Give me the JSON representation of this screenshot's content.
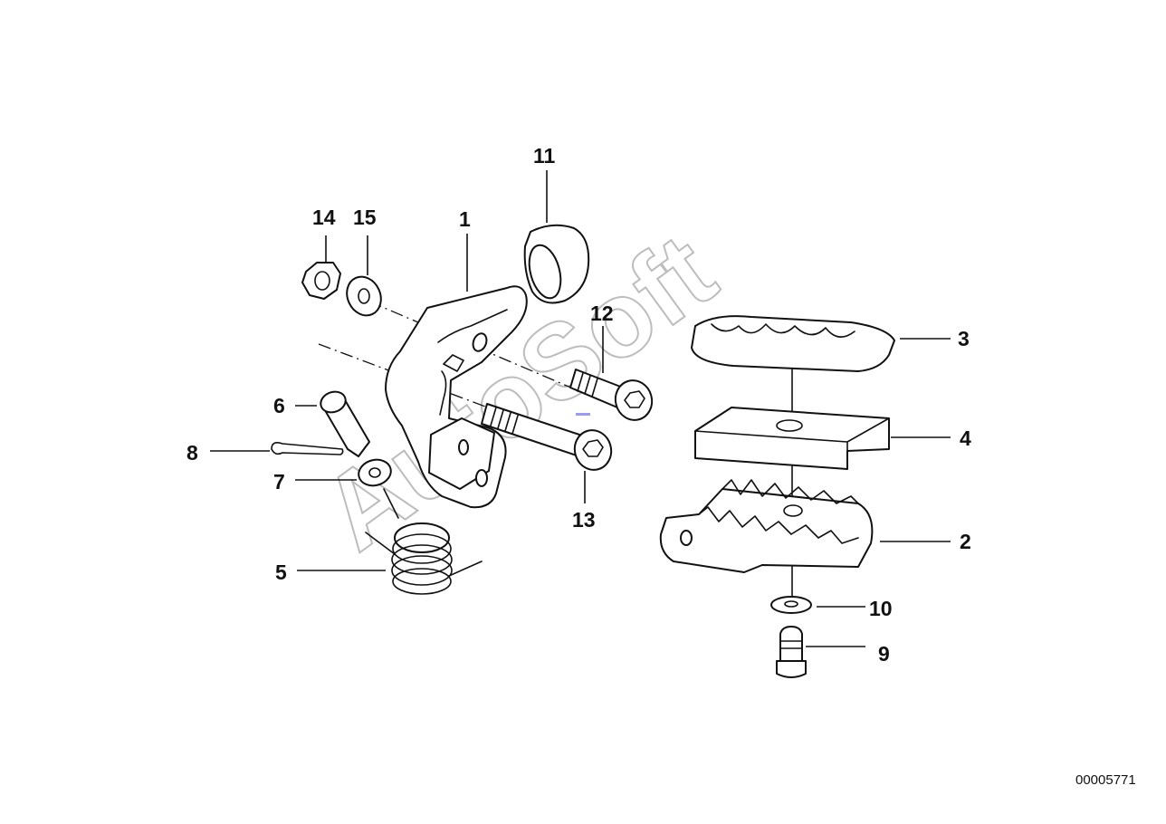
{
  "diagram": {
    "watermark": "AutoSoft",
    "reference_number": "00005771",
    "callouts": {
      "c1": "1",
      "c2": "2",
      "c3": "3",
      "c4": "4",
      "c5": "5",
      "c6": "6",
      "c7": "7",
      "c8": "8",
      "c9": "9",
      "c10": "10",
      "c11": "11",
      "c12": "12",
      "c13": "13",
      "c14": "14",
      "c15": "15"
    },
    "colors": {
      "line": "#111111",
      "watermark": "#bdbdbd",
      "marker": "#9a9cf2",
      "background": "#ffffff"
    }
  }
}
